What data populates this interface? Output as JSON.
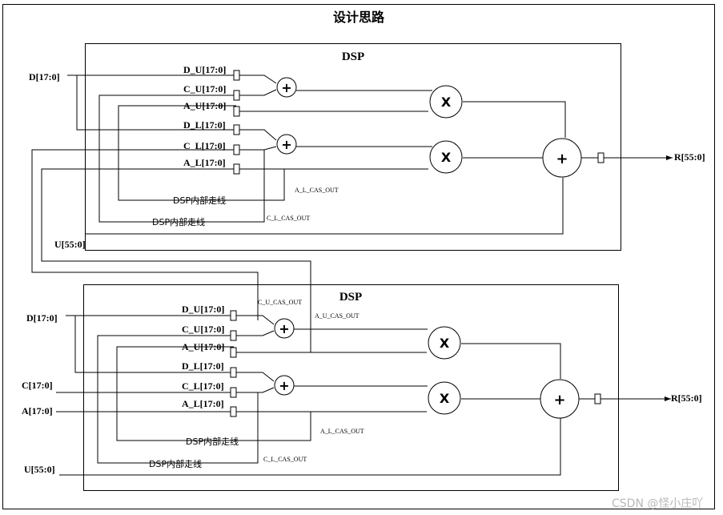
{
  "title": "设计思路",
  "watermark": "CSDN @怪小庄吖",
  "colors": {
    "line": "#000000",
    "background": "#ffffff",
    "watermark": "#b8b8b8"
  },
  "dsp_top": {
    "title": "DSP",
    "inputs": {
      "d": "D[17:0]",
      "u": "U[55:0]"
    },
    "ports": [
      "D_U[17:0]",
      "C_U[17:0]",
      "A_U[17:0]",
      "D_L[17:0]",
      "C_L[17:0]",
      "A_L[17:0]"
    ],
    "ops": {
      "add_u": "+",
      "mul_u": "X",
      "add_l": "+",
      "mul_l": "X",
      "sum": "+"
    },
    "output": "R[55:0]",
    "route_a": "DSP内部走线",
    "route_c": "DSP内部走线",
    "cas_a": "A_L_CAS_OUT",
    "cas_c": "C_L_CAS_OUT"
  },
  "dsp_bottom": {
    "title": "DSP",
    "inputs": {
      "d": "D[17:0]",
      "c": "C[17:0]",
      "a": "A[17:0]",
      "u": "U[55:0]"
    },
    "ports": [
      "D_U[17:0]",
      "C_U[17:0]",
      "A_U[17:0]",
      "D_L[17:0]",
      "C_L[17:0]",
      "A_L[17:0]"
    ],
    "ops": {
      "add_u": "+",
      "mul_u": "X",
      "add_l": "+",
      "mul_l": "X",
      "sum": "+"
    },
    "output": "R[55:0]",
    "route_a": "DSP内部走线",
    "route_c": "DSP内部走线",
    "cas_cu_in": "C_U_CAS_OUT",
    "cas_au_in": "A_U_CAS_OUT",
    "cas_a": "A_L_CAS_OUT",
    "cas_c": "C_L_CAS_OUT"
  }
}
